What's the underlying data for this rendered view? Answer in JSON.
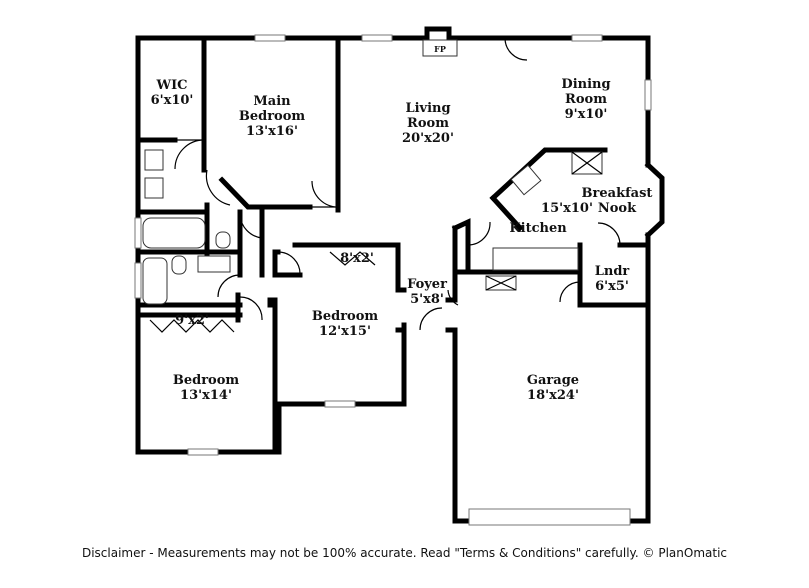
{
  "rooms": {
    "wic": {
      "name": "WIC",
      "size": "6'x10'"
    },
    "main_bedroom": {
      "name_line1": "Main",
      "name_line2": "Bedroom",
      "size": "13'x16'"
    },
    "living_room": {
      "name_line1": "Living",
      "name_line2": "Room",
      "size": "20'x20'"
    },
    "dining_room": {
      "name_line1": "Dining",
      "name_line2": "Room",
      "size": "9'x10'"
    },
    "breakfast_nook": {
      "name_line1": "Breakfast",
      "name_line2": "Nook"
    },
    "kitchen": {
      "name": "Kitchen",
      "size": "15'x10'"
    },
    "closet_8x2": {
      "size": "8'x2'"
    },
    "closet_9x2": {
      "size": "9'x2'"
    },
    "foyer": {
      "name": "Foyer",
      "size": "5'x8'"
    },
    "laundry": {
      "name": "Lndr",
      "size": "6'x5'"
    },
    "bedroom_center": {
      "name": "Bedroom",
      "size": "12'x15'"
    },
    "bedroom_left": {
      "name": "Bedroom",
      "size": "13'x14'"
    },
    "garage": {
      "name": "Garage",
      "size": "18'x24'"
    }
  },
  "fireplace": {
    "label": "FP"
  },
  "disclaimer": "Disclaimer - Measurements may not be 100% accurate. Read \"Terms & Conditions\" carefully. © PlanOmatic"
}
